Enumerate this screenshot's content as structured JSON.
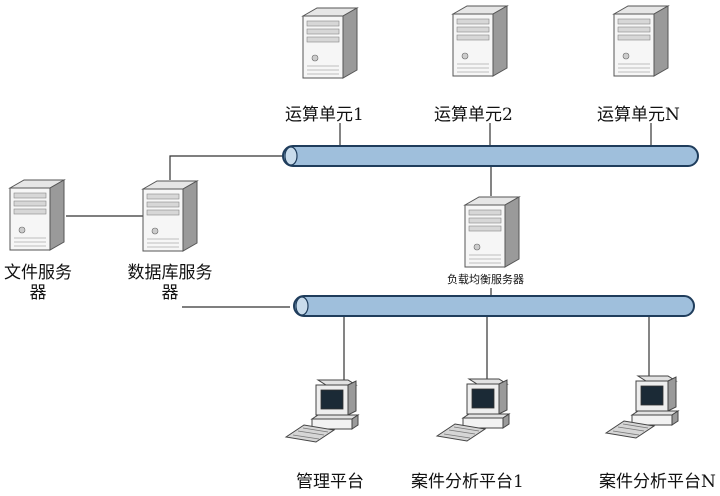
{
  "nodes": {
    "compute_unit_1": "运算单元1",
    "compute_unit_2": "运算单元2",
    "compute_unit_n": "运算单元N",
    "file_server": "文件服务器",
    "database_server": "数据库服务器",
    "load_balancer": "负载均衡服务器",
    "management_platform": "管理平台",
    "case_analysis_platform_1": "案件分析平台1",
    "case_analysis_platform_n": "案件分析平台N"
  },
  "icons": {
    "server": "server-tower-icon",
    "workstation": "desktop-computer-icon"
  },
  "colors": {
    "bus_fill": "#9fbfdc",
    "bus_stroke": "#1f3d5c",
    "line": "#333333"
  }
}
